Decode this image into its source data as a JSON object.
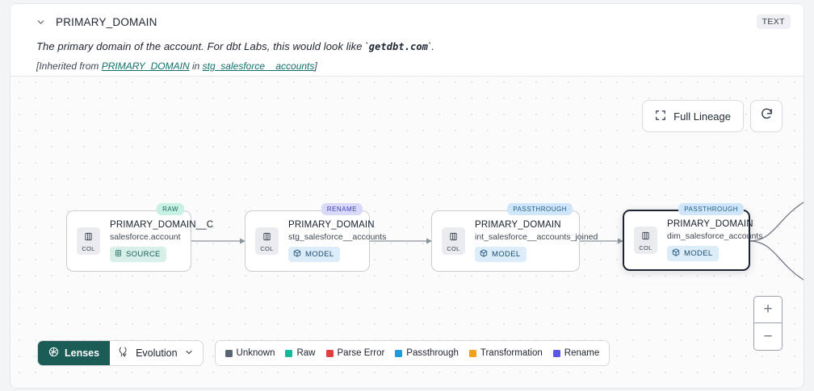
{
  "header": {
    "chevron_icon": "chevron-down-icon",
    "column_name": "PRIMARY_DOMAIN",
    "type_badge": "TEXT",
    "description_pre": "The primary domain of the account. For dbt Labs, this would look like `",
    "description_code": "getdbt.com",
    "description_post": "`.",
    "inherited_prefix": "[Inherited from ",
    "inherited_link": "PRIMARY_DOMAIN",
    "inherited_mid": " in ",
    "inherited_source": "stg_salesforce__accounts",
    "inherited_suffix": "]"
  },
  "canvas": {
    "full_lineage_label": "Full Lineage",
    "full_lineage_icon": "expand-frame-icon",
    "refresh_icon": "refresh-icon",
    "zoom_in_label": "+",
    "zoom_out_label": "−"
  },
  "lineage": {
    "nodes": [
      {
        "tag": "RAW",
        "tag_class": "tag-raw",
        "chip_label": "COL",
        "title": "PRIMARY_DOMAIN__C",
        "subtitle": "salesforce.account",
        "kind": "SOURCE",
        "kind_class": "kind-source",
        "kind_icon": "database-icon",
        "selected": false
      },
      {
        "tag": "RENAME",
        "tag_class": "tag-rename",
        "chip_label": "COL",
        "title": "PRIMARY_DOMAIN",
        "subtitle": "stg_salesforce__accounts",
        "kind": "MODEL",
        "kind_class": "kind-model",
        "kind_icon": "cube-icon",
        "selected": false
      },
      {
        "tag": "PASSTHROUGH",
        "tag_class": "tag-pass",
        "chip_label": "COL",
        "title": "PRIMARY_DOMAIN",
        "subtitle": "int_salesforce__accounts_joined",
        "kind": "MODEL",
        "kind_class": "kind-model",
        "kind_icon": "cube-icon",
        "selected": false
      },
      {
        "tag": "PASSTHROUGH",
        "tag_class": "tag-pass",
        "chip_label": "COL",
        "title": "PRIMARY_DOMAIN",
        "subtitle": "dim_salesforce_accounts",
        "kind": "MODEL",
        "kind_class": "kind-model",
        "kind_icon": "cube-icon",
        "selected": true
      }
    ]
  },
  "toolbar": {
    "lenses_label": "Lenses",
    "lenses_icon": "aperture-icon",
    "evolution_label": "Evolution",
    "evolution_icon": "evolution-icon",
    "evolution_chevron": "chevron-down-icon",
    "legend": [
      {
        "label": "Unknown",
        "color": "#5b6472"
      },
      {
        "label": "Raw",
        "color": "#16b79a"
      },
      {
        "label": "Parse Error",
        "color": "#e0403e"
      },
      {
        "label": "Passthrough",
        "color": "#1f9bdc"
      },
      {
        "label": "Transformation",
        "color": "#f0a218"
      },
      {
        "label": "Rename",
        "color": "#5a57e8"
      }
    ]
  }
}
